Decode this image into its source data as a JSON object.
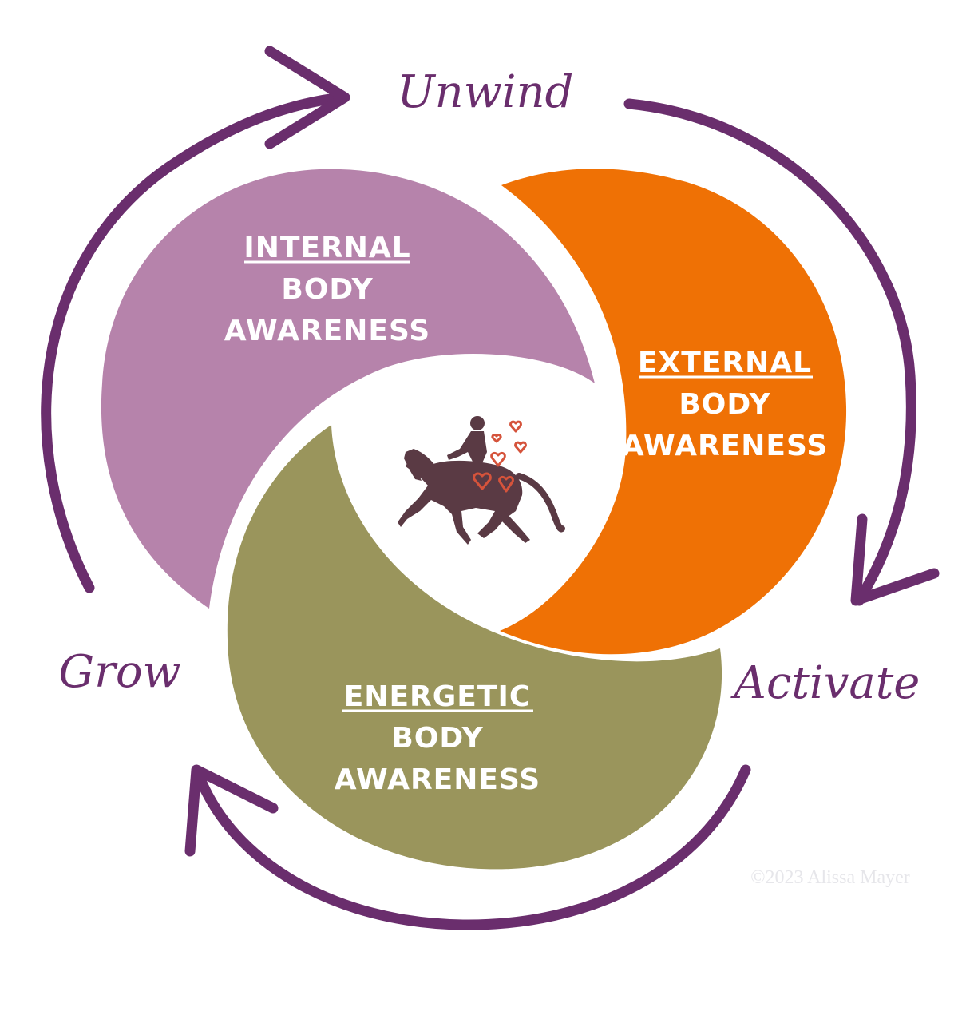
{
  "colors": {
    "internal": "#b683ab",
    "external": "#ef7105",
    "energetic": "#9a955c",
    "cycle": "#6a2e6d",
    "horse": "#5a3a44",
    "hearts": "#d5533b",
    "copyright": "#e6e6ea"
  },
  "segments": {
    "internal": {
      "title": "INTERNAL",
      "line2": "BODY",
      "line3": "AWARENESS"
    },
    "external": {
      "title": "EXTERNAL",
      "line2": "BODY",
      "line3": "AWARENESS"
    },
    "energetic": {
      "title": "ENERGETIC",
      "line2": "BODY",
      "line3": "AWARENESS"
    }
  },
  "cycle": {
    "top": "Unwind",
    "right": "Activate",
    "left": "Grow"
  },
  "center_icon": "horse-and-rider-with-hearts-icon",
  "copyright": "©2023 Alissa Mayer"
}
